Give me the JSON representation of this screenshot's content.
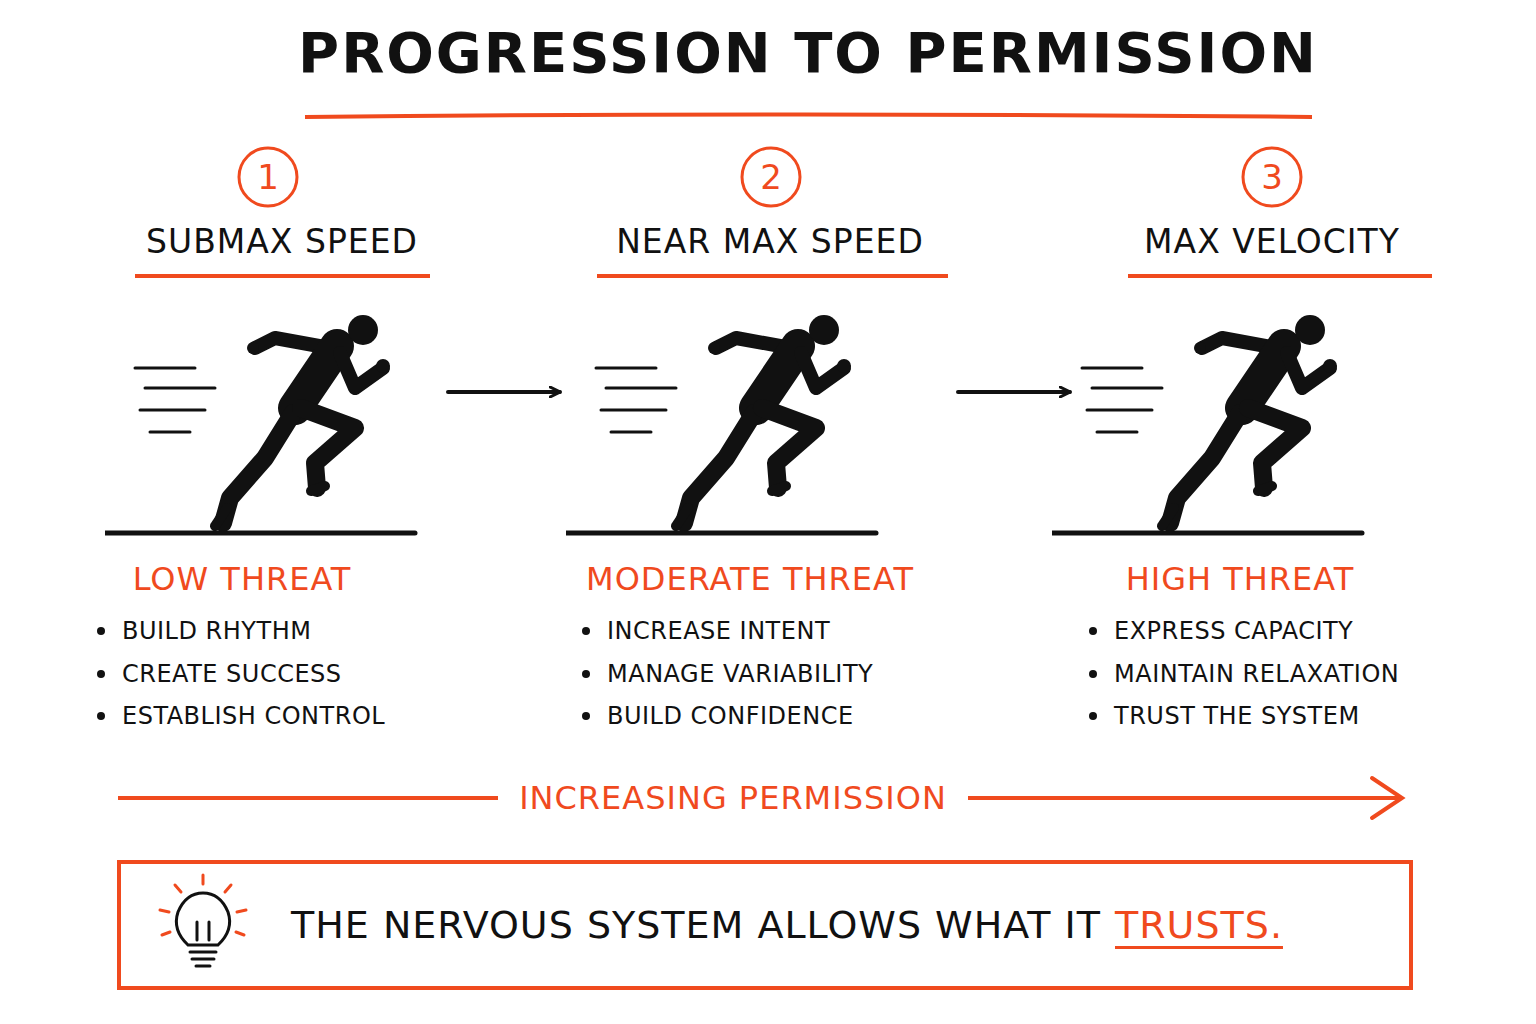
{
  "diagram": {
    "title": "PROGRESSION TO PERMISSION",
    "nodes": [
      {
        "text": [
          "SUBMAX SPEED",
          "LOW THREAT",
          "BUILD RHYTHM",
          "CREATE SUCCESS",
          "ESTABLISH CONTROL"
        ]
      },
      {
        "text": [
          "NEAR MAX SPEED",
          "MODERATE THREAT",
          "INCREASE INTENT",
          "MANAGE VARIABILITY",
          "BUILD CONFIDENCE"
        ]
      },
      {
        "text": [
          "MAX VELOCITY",
          "HIGH THREAT",
          "EXPRESS CAPACITY",
          "MAINTAIN RELAXATION",
          "TRUST THE SYSTEM"
        ]
      },
      {
        "text": [
          "THE NERVOUS SYSTEM ALLOWS WHAT IT",
          "TRUSTS."
        ]
      }
    ],
    "edges": [
      {
        "from": 0,
        "to": 1,
        "arrow": "to"
      },
      {
        "from": 1,
        "to": 2,
        "arrow": "to"
      }
    ],
    "labels": [
      "1",
      "2",
      "3",
      "INCREASING PERMISSION"
    ]
  }
}
